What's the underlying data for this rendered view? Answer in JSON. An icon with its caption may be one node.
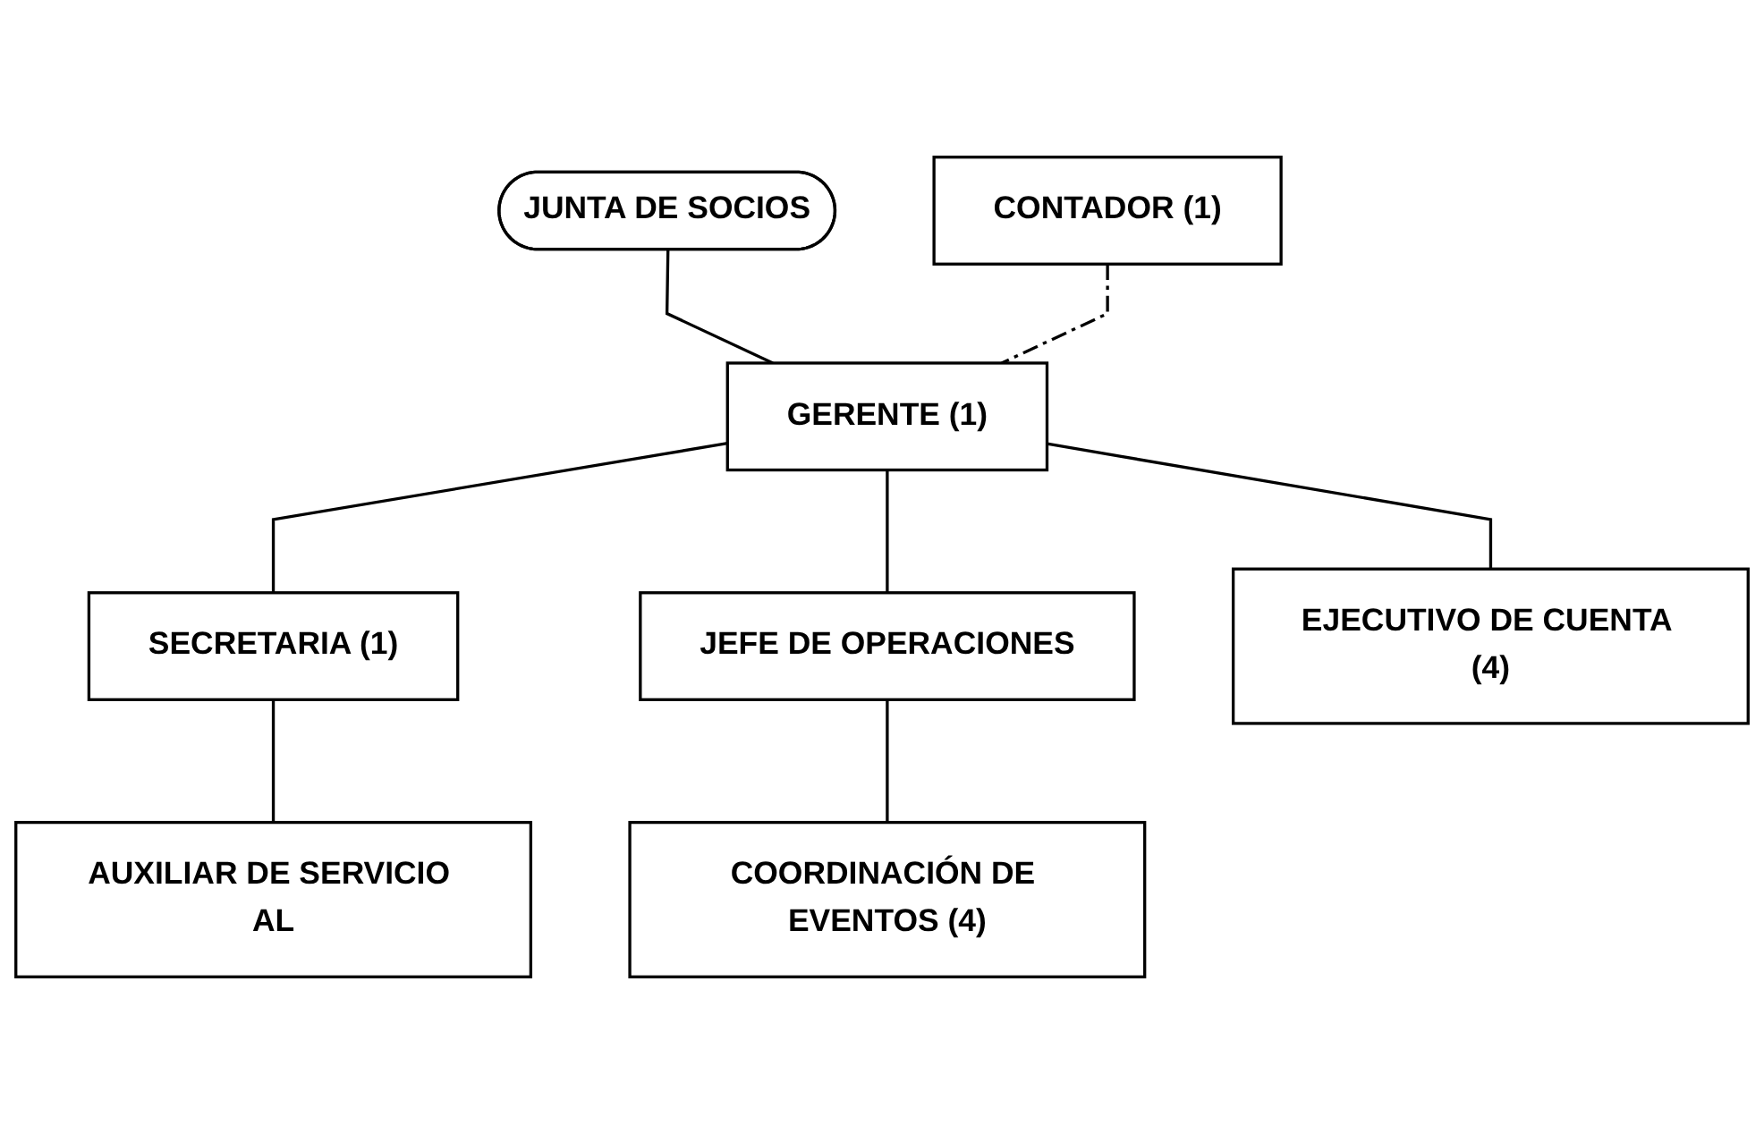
{
  "diagram": {
    "nodes": [
      {
        "text": [
          "JUNTA DE SOCIOS"
        ]
      },
      {
        "text": [
          "CONTADOR (1)"
        ]
      },
      {
        "text": [
          "GERENTE (1)"
        ]
      },
      {
        "text": [
          "SECRETARIA (1)"
        ]
      },
      {
        "text": [
          "JEFE DE OPERACIONES"
        ]
      },
      {
        "text": [
          "EJECUTIVO DE CUENTA (4)"
        ]
      },
      {
        "text": [
          "COORDINACIÓN DE EVENTOS (4)"
        ]
      },
      {
        "text": [
          "AUXILIAR DE SERVICIO AL"
        ]
      }
    ],
    "edges": [
      {
        "from": 0,
        "to": 2,
        "arrow": "none"
      },
      {
        "from": 1,
        "to": 2,
        "arrow": "none",
        "style": "dashed"
      },
      {
        "from": 2,
        "to": 3,
        "arrow": "none"
      },
      {
        "from": 2,
        "to": 4,
        "arrow": "none"
      },
      {
        "from": 2,
        "to": 5,
        "arrow": "none"
      },
      {
        "from": 4,
        "to": 6,
        "arrow": "none"
      },
      {
        "from": 3,
        "to": 7,
        "arrow": "none"
      }
    ]
  }
}
